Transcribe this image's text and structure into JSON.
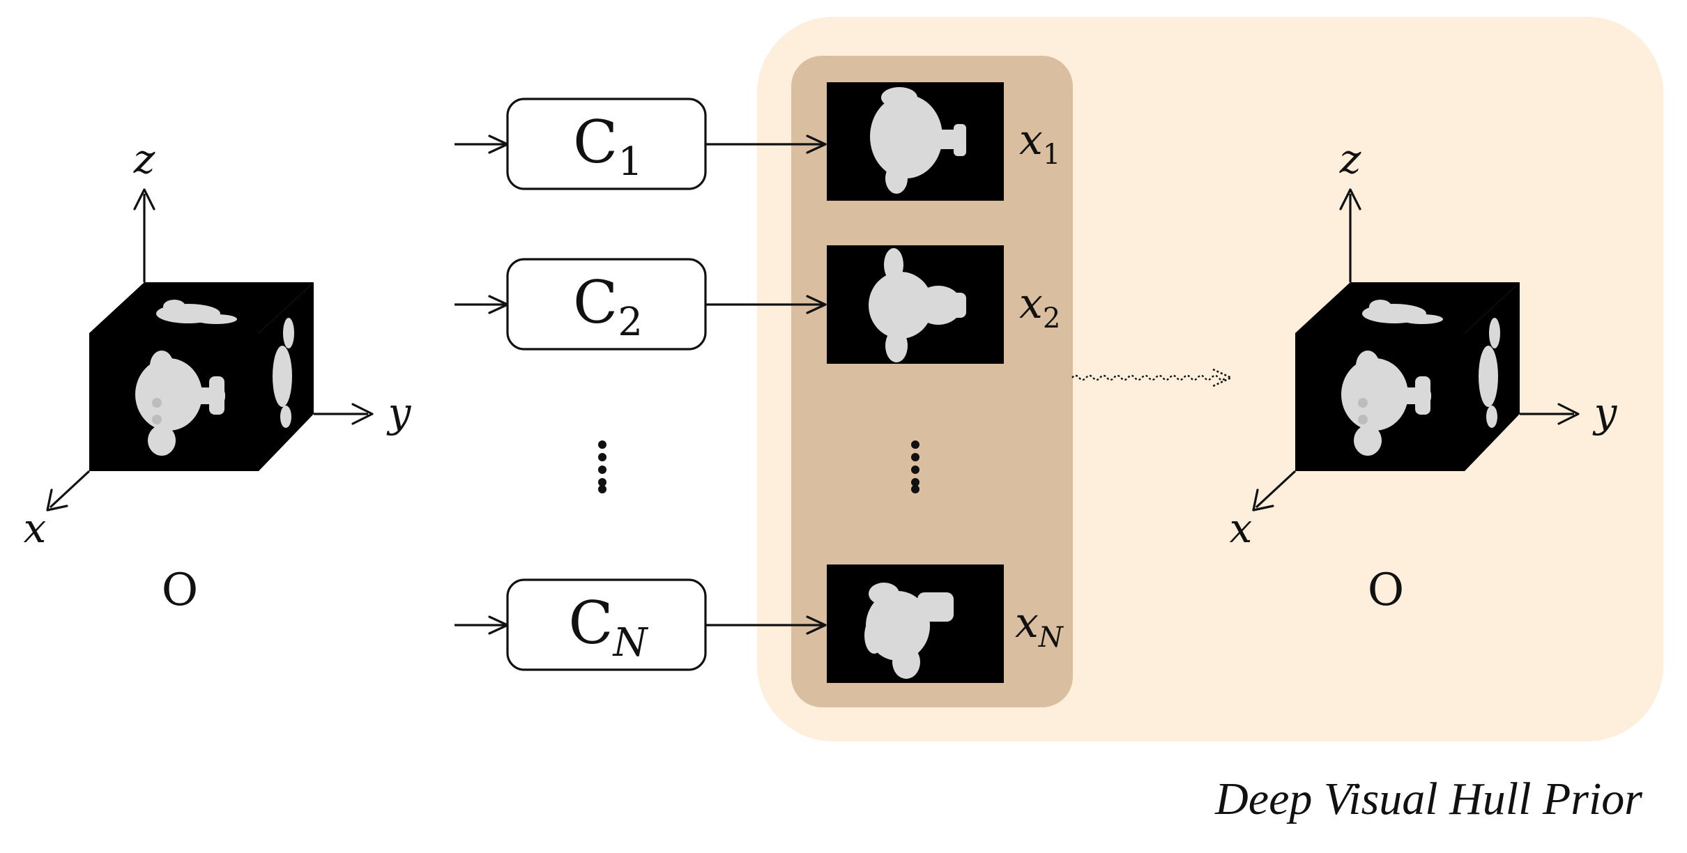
{
  "colors": {
    "prior_region": "#fdefdc",
    "image_column": "#d9bea0",
    "image_bg": "#000000",
    "object_gray": "#d4d4d4"
  },
  "input_object": {
    "label": "O",
    "axes": {
      "x": "x",
      "y": "y",
      "z": "z"
    }
  },
  "cameras": [
    {
      "base": "C",
      "sub": "1"
    },
    {
      "base": "C",
      "sub": "2"
    },
    {
      "base": "C",
      "sub": "N"
    }
  ],
  "images": [
    {
      "base": "x",
      "sub": "1"
    },
    {
      "base": "x",
      "sub": "2"
    },
    {
      "base": "x",
      "sub": "N"
    }
  ],
  "output_object": {
    "label": "O",
    "axes": {
      "x": "x",
      "y": "y",
      "z": "z"
    }
  },
  "region_caption": "Deep Visual Hull Prior"
}
